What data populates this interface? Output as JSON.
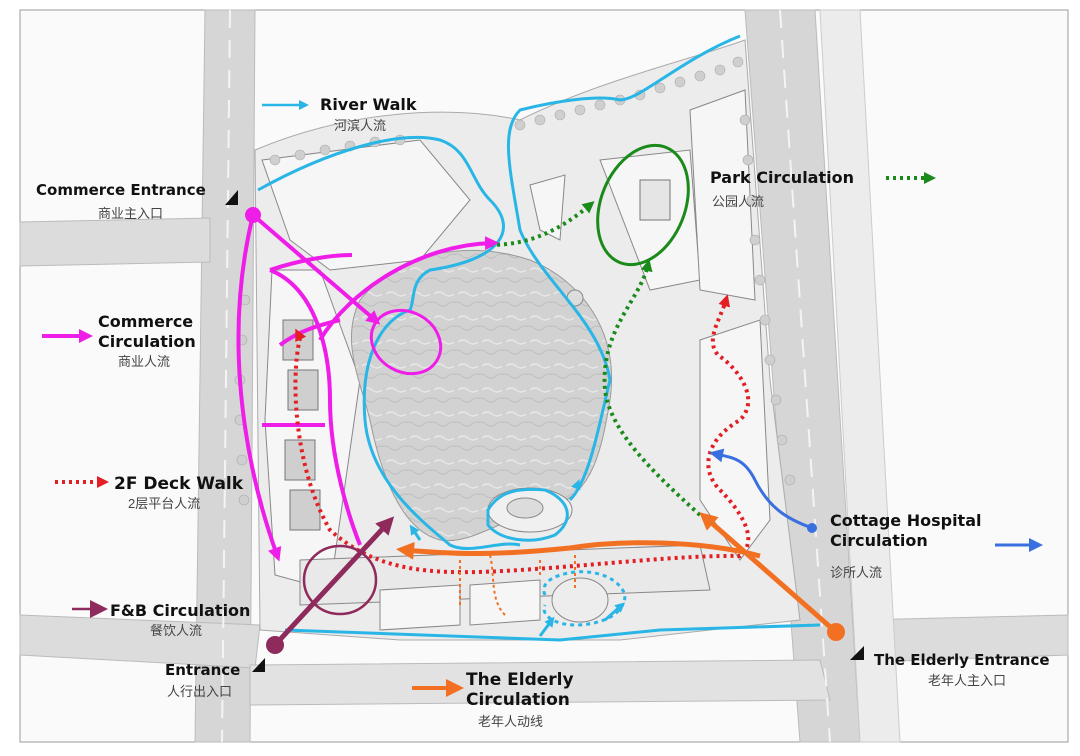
{
  "labels": {
    "river_walk": {
      "en": "River Walk",
      "cn": "河滨人流"
    },
    "commerce_entrance": {
      "en": "Commerce Entrance",
      "cn": "商业主入口"
    },
    "park_circulation": {
      "en": "Park Circulation",
      "cn": "公园人流"
    },
    "commerce_circulation": {
      "en_line1": "Commerce",
      "en_line2": "Circulation",
      "cn": "商业人流"
    },
    "deck_walk": {
      "en": "2F Deck Walk",
      "cn": "2层平台人流"
    },
    "cottage_hospital": {
      "en_line1": "Cottage Hospital",
      "en_line2": "Circulation",
      "cn": "诊所人流"
    },
    "fb_circulation": {
      "en": "F&B Circulation",
      "cn": "餐饮人流"
    },
    "entrance": {
      "en": "Entrance",
      "cn": "人行出入口"
    },
    "elderly_entrance": {
      "en": "The Elderly Entrance",
      "cn": "老年人主入口"
    },
    "elderly_circulation": {
      "en_line1": "The Elderly",
      "en_line2": "Circulation",
      "cn": "老年人动线"
    }
  },
  "colors": {
    "river": "#29b6e6",
    "park": "#1a8a1a",
    "commerce": "#ee1ee8",
    "deck": "#e31e24",
    "cottage": "#3a6fe0",
    "fb": "#8e2a5c",
    "elderly": "#f27022",
    "road": "#d8d8d8",
    "water": "#cfcfcf",
    "building": "#f4f4f4"
  }
}
